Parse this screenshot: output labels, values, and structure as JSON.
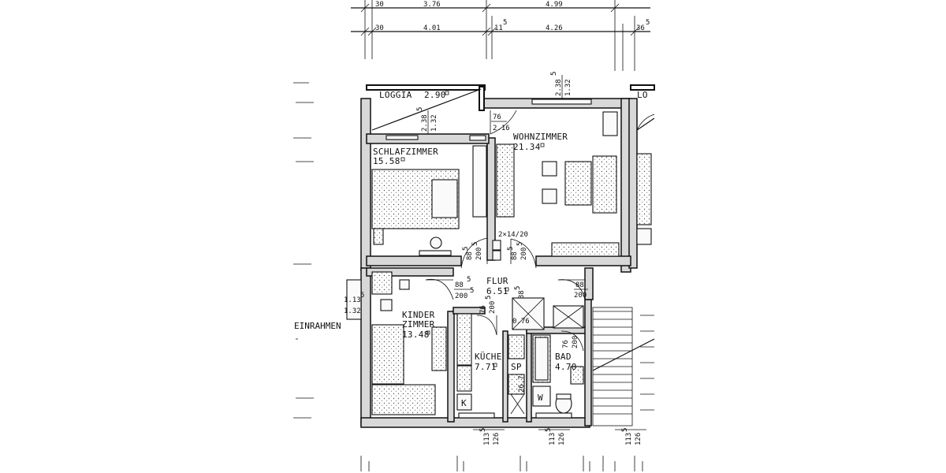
{
  "rooms": {
    "loggia_left": {
      "name": "LOGGIA",
      "area": "2.90"
    },
    "loggia_right": {
      "name": "LO"
    },
    "schlafzimmer": {
      "name": "SCHLAFZIMMER",
      "area": "15.58"
    },
    "wohnzimmer": {
      "name": "WOHNZIMMER",
      "area": "21.34"
    },
    "flur": {
      "name": "FLUR",
      "area": "6.51"
    },
    "kinderzimmer": {
      "name1": "KINDER",
      "name2": "ZIMMER",
      "area": "13.48"
    },
    "kueche": {
      "name": "KÜCHE",
      "area": "7.71"
    },
    "bad": {
      "name": "BAD",
      "area": "4.70"
    },
    "wc": {
      "area": "0.76"
    },
    "sp": {
      "name": "SP"
    }
  },
  "fixtures": {
    "k": "K",
    "w": "W"
  },
  "dimensions": {
    "top_row1": [
      "30",
      "3.76",
      "4.99"
    ],
    "top_row2": [
      "30",
      "4.01",
      "11",
      "5",
      "4.26",
      "36",
      "5"
    ],
    "loggia_h1": "2.38",
    "loggia_h1_sup": "5",
    "loggia_h2": "1.32",
    "wohn_h1": "2.38",
    "wohn_h1_sup": "5",
    "wohn_h2": "1.32",
    "wohn_door_a": "76",
    "wohn_door_b": "2.16",
    "stair_tag": "2×14/20",
    "door1_a": "88",
    "door1_a_sup": "5",
    "door1_b": "200",
    "door1_b_sup": "5",
    "door2_a": "88",
    "door2_a_sup": "5",
    "door2_b": "200",
    "door2_b_sup": "5",
    "flur_h": "1.38",
    "flur_h_sup": "5",
    "door3_a": "88",
    "door3_a_sup": "5",
    "door3_b": "200",
    "door3_b_sup": "5",
    "door4_a": "88",
    "door4_b": "200",
    "kueche_door_a": "76",
    "kueche_door_b": "200",
    "kueche_door_b_sup": "5",
    "bad_door_a": "76",
    "bad_door_b": "200",
    "sp_dim": "26.7",
    "left_win_a": "1.13",
    "left_win_a_sup": "5",
    "left_win_b": "1.32",
    "bottom1_a": "113",
    "bottom1_a_sup": "5",
    "bottom1_b": "126",
    "bottom2_a": "113",
    "bottom2_a_sup": "5",
    "bottom2_b": "126",
    "bottom3_a": "113",
    "bottom3_a_sup": "5",
    "bottom3_b": "126"
  },
  "labels": {
    "einrahmen": "EINRAHMEN"
  }
}
